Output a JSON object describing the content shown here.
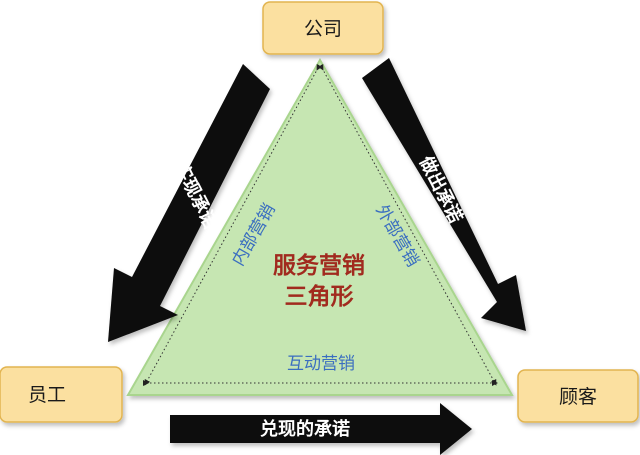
{
  "nodes": {
    "company": "公司",
    "employee": "员工",
    "customer": "顾客"
  },
  "arrows": {
    "realize_promise": "实现承诺",
    "make_promise": "做出承诺",
    "deliver_promise": "兑现的承诺"
  },
  "edges": {
    "internal_marketing": "内部营销",
    "external_marketing": "外部营销",
    "interactive_marketing": "互动营销"
  },
  "center": {
    "line1": "服务营销",
    "line2": "三角形"
  },
  "colors": {
    "node_fill": "#fbe0a0",
    "node_stroke": "#e2b450",
    "triangle_fill": "#c6e6b2",
    "triangle_stroke": "#a9d58e",
    "arrow_fill": "#0a0a0a",
    "edge_text": "#3a6ec0",
    "center_text": "#a12a1e"
  }
}
